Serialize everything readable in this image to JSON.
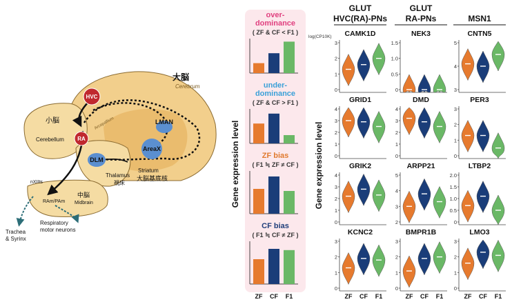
{
  "brain": {
    "regions": {
      "cerebrum_jp": "大脳",
      "cerebrum": "Cerebrum",
      "cerebellum_jp": "小脳",
      "cerebellum": "Cerebellum",
      "thalamus": "Thalamus",
      "thalamus_jp": "視床",
      "striatum": "Striatum",
      "basal_ganglia_jp": "大脳基底核",
      "midbrain_jp": "中脳",
      "midbrain": "Midbrain"
    },
    "nuclei": {
      "hvc": "HVC",
      "ra": "RA",
      "lman": "LMAN",
      "areax": "AreaX",
      "dlm": "DLM",
      "nxiits": "nXIIts",
      "ram_pam": "RAm/PAm"
    },
    "pallium": "Arcopallium",
    "outputs": {
      "trachea_1": "Trachea",
      "trachea_2": "& Syrinx",
      "resp_1": "Respiratory",
      "resp_2": "motor neurons"
    }
  },
  "panels": {
    "ylabel": "Gene expression level",
    "x_categories": [
      "ZF",
      "CF",
      "F1"
    ],
    "items": [
      {
        "title": "over-",
        "title2": "dominance",
        "formula": "( ZF & CF < F1 )",
        "values": [
          0.3,
          0.6,
          0.95
        ],
        "title_color": "#e0407f"
      },
      {
        "title": "under-",
        "title2": "dominance",
        "formula": "( ZF & CF > F1 )",
        "values": [
          0.6,
          0.9,
          0.25
        ],
        "title_color": "#3aa0d8"
      },
      {
        "title": "ZF bias",
        "title2": "",
        "formula": "( F1 ≒ ZF ≠ CF )",
        "values": [
          0.6,
          0.9,
          0.55
        ],
        "title_color": "#e07a2f"
      },
      {
        "title": "CF bias",
        "title2": "",
        "formula": "( F1 ≒ CF ≠ ZF )",
        "values": [
          0.6,
          0.85,
          0.82
        ],
        "title_color": "#1f3e7a"
      }
    ]
  },
  "violins": {
    "ylabel": "Gene expression level",
    "unit_label": "log(CP10K)",
    "x_categories": [
      "ZF",
      "CF",
      "F1"
    ],
    "columns": [
      {
        "header1": "GLUT",
        "header2": "HVC(RA)-PNs",
        "genes": [
          {
            "name": "CAMK1D",
            "ticks": [
              "3",
              "2",
              "1",
              "0"
            ],
            "medians": [
              1.3,
              1.6,
              2.0
            ]
          },
          {
            "name": "GRID1",
            "ticks": [
              "4",
              "3",
              "2",
              "1",
              "0"
            ],
            "medians": [
              3.0,
              2.9,
              2.5
            ]
          },
          {
            "name": "GRIK2",
            "ticks": [
              "4",
              "3",
              "2",
              "1",
              "0"
            ],
            "medians": [
              2.2,
              2.8,
              2.3
            ]
          },
          {
            "name": "KCNC2",
            "ticks": [
              "3",
              "2",
              "1",
              "0"
            ],
            "medians": [
              1.3,
              1.9,
              1.8
            ]
          }
        ]
      },
      {
        "header1": "GLUT",
        "header2": "RA-PNs",
        "genes": [
          {
            "name": "NEK3",
            "ticks": [
              "1.5",
              "1.0",
              "0.5",
              "0"
            ],
            "medians": [
              0.0,
              0.0,
              0.0
            ]
          },
          {
            "name": "DMD",
            "ticks": [
              "4",
              "3",
              "2",
              "1",
              "0"
            ],
            "medians": [
              3.2,
              2.9,
              2.5
            ]
          },
          {
            "name": "ARPP21",
            "ticks": [
              "5",
              "4",
              "3",
              "2"
            ],
            "medians": [
              3.0,
              3.8,
              3.3
            ]
          },
          {
            "name": "BMPR1B",
            "ticks": [
              "3",
              "2",
              "1",
              "0"
            ],
            "medians": [
              1.1,
              1.9,
              2.0
            ]
          }
        ]
      },
      {
        "header1": "",
        "header2": "MSN1",
        "genes": [
          {
            "name": "CNTN5",
            "ticks": [
              "5",
              "4",
              "3"
            ],
            "medians": [
              4.1,
              4.0,
              4.5
            ]
          },
          {
            "name": "PER3",
            "ticks": [
              "3",
              "2",
              "1",
              "0"
            ],
            "medians": [
              1.3,
              1.3,
              0.5
            ]
          },
          {
            "name": "LTBP2",
            "ticks": [
              "2.0",
              "1.5",
              "1.0",
              "0.5",
              "0"
            ],
            "medians": [
              0.7,
              1.1,
              0.5
            ]
          },
          {
            "name": "LMO3",
            "ticks": [
              "3",
              "2",
              "1",
              "0"
            ],
            "medians": [
              1.6,
              2.3,
              2.1
            ]
          }
        ]
      }
    ]
  },
  "colors": {
    "zf": "#e67a2e",
    "cf": "#1a3d79",
    "f1": "#6ab866",
    "panel_bg": "#fce8ec",
    "cerebrum": "#f2cf8c",
    "striatum": "#e9b868"
  }
}
